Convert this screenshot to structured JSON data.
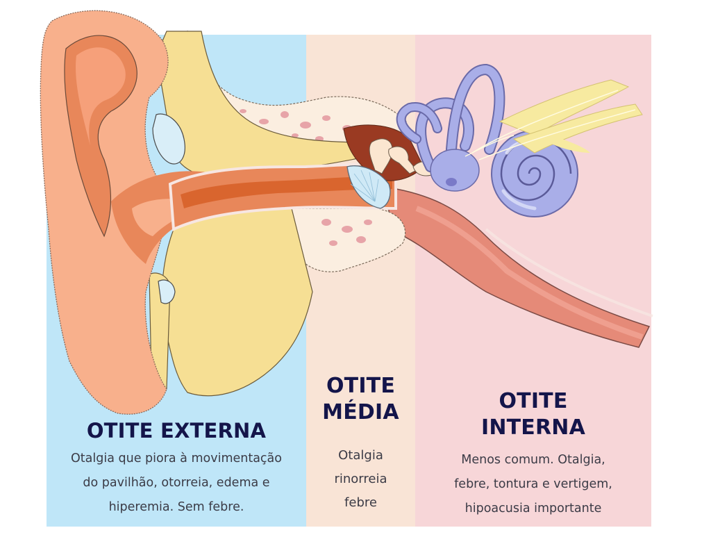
{
  "panels": {
    "externa": {
      "title": "OTITE EXTERNA",
      "description_lines": [
        "Otalgia que piora à movimentação",
        "do pavilhão, otorreia, edema e",
        "hiperemia. Sem febre."
      ],
      "background": "#bfe6f8"
    },
    "media": {
      "title_lines": [
        "OTITE",
        "MÉDIA"
      ],
      "description_lines": [
        "Otalgia",
        "rinorreia",
        "febre"
      ],
      "background": "#f9e4d6"
    },
    "interna": {
      "title_lines": [
        "OTITE",
        "INTERNA"
      ],
      "description_lines": [
        "Menos comum. Otalgia,",
        "febre, tontura e vertigem,",
        "hipoacusia importante"
      ],
      "background": "#f7d6d8"
    }
  },
  "illustration": {
    "subject": "ear-anatomy-cross-section",
    "parts": [
      "pinna",
      "ear-canal",
      "eardrum",
      "ossicles",
      "semicircular-canals",
      "cochlea",
      "auditory-nerve",
      "eustachian-tube",
      "temporal-bone"
    ]
  },
  "colors": {
    "title_text": "#14154a",
    "body_text": "#3b3b46",
    "skin": "#f8b08c",
    "skin_dark": "#e8875a",
    "canal": "#d9652e",
    "cartilage": "#f6df94",
    "bone": "#fbeee0",
    "inner_ear": "#a9aee8",
    "tube": "#e58a78"
  }
}
